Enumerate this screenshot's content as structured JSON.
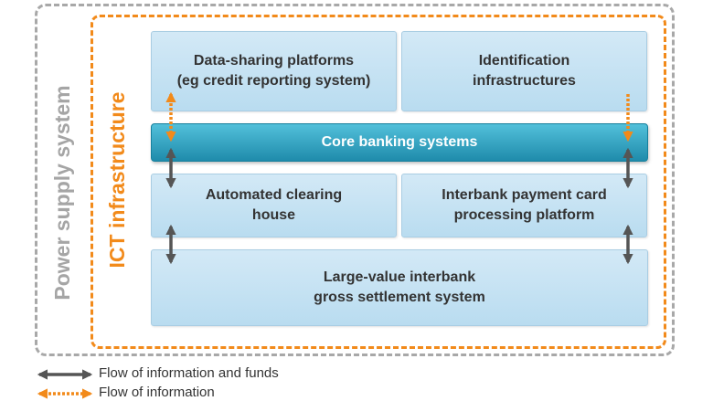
{
  "frames": {
    "outer_label": "Power supply system",
    "inner_label": "ICT infrastructure"
  },
  "boxes": {
    "data_sharing": "Data-sharing platforms\n(eg credit reporting system)",
    "identification": "Identification\ninfrastructures",
    "core_banking": "Core banking systems",
    "clearing_house": "Automated clearing\nhouse",
    "card_processing": "Interbank payment card\nprocessing platform",
    "settlement": "Large-value interbank\ngross settlement system"
  },
  "legend": {
    "funds_label": "Flow of information and funds",
    "info_label": "Flow of information"
  },
  "colors": {
    "funds_arrow": "#555555",
    "info_arrow": "#f28a1a",
    "outer_frame": "#a8a8a8",
    "inner_frame": "#f28a1a",
    "core_fill": "#2a9ab9"
  }
}
